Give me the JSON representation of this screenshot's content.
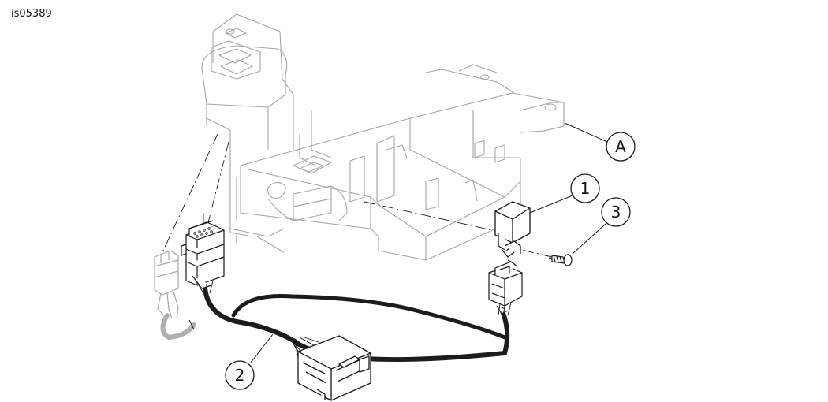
{
  "figure": {
    "id": "is05389"
  },
  "callouts": {
    "a": "A",
    "one": "1",
    "two": "2",
    "three": "3"
  },
  "colors": {
    "ghost": "#a6a6a6",
    "line": "#1a1a1a",
    "cable": "#1c1c1c"
  }
}
